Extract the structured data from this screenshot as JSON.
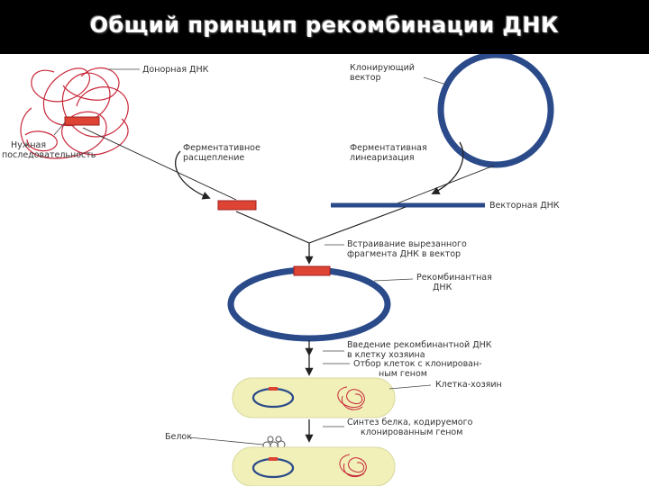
{
  "slide": {
    "title": "Общий  принцип  рекомбинации  ДНК"
  },
  "labels": {
    "donor_dna": "Донорная ДНК",
    "cloning_vector_1": "Клонирующий",
    "cloning_vector_2": "вектор",
    "needed_seq_1": "Нужная",
    "needed_seq_2": "последовательность",
    "enz_cleavage_1": "Ферментативное",
    "enz_cleavage_2": "расщепление",
    "enz_linear_1": "Ферментативная",
    "enz_linear_2": "линеаризация",
    "vector_dna": "Векторная ДНК",
    "insert_1": "Встраивание вырезанного",
    "insert_2": "фрагмента ДНК в вектор",
    "recomb_1": "Рекомбинантная",
    "recomb_2": "ДНК",
    "intro_1": "Введение рекомбинантной ДНК",
    "intro_2": "в клетку хозяина",
    "select_1": "Отбор клеток с клонирован-",
    "select_2": "ным геном",
    "host_cell": "Клетка-хозяин",
    "synth_1": "Синтез белка, кодируемого",
    "synth_2": "клонированным геном",
    "protein": "Белок"
  },
  "colors": {
    "dna_red": "#c8283a",
    "fragment_fill": "#dd4433",
    "vector_blue": "#2a4a8a",
    "cell_fill": "#f0f0b8",
    "arrow": "#222222"
  }
}
